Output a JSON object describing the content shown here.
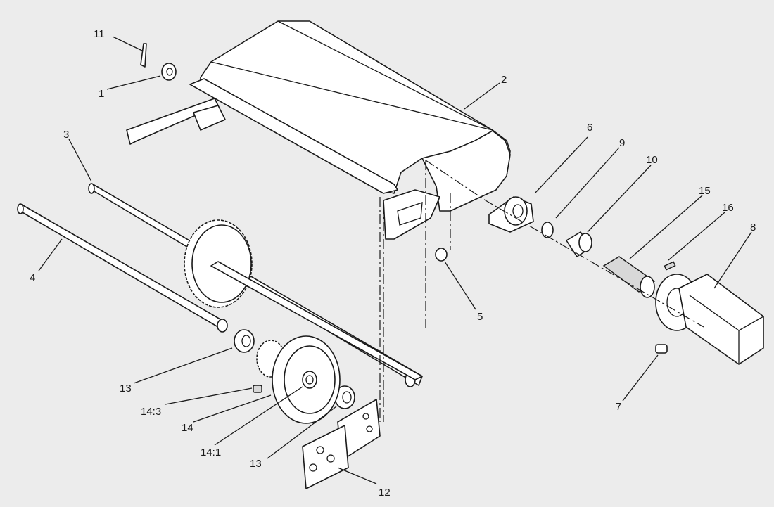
{
  "callouts": [
    {
      "id": "c1",
      "text": "1"
    },
    {
      "id": "c2",
      "text": "2"
    },
    {
      "id": "c3",
      "text": "3"
    },
    {
      "id": "c4",
      "text": "4"
    },
    {
      "id": "c5",
      "text": "5"
    },
    {
      "id": "c6",
      "text": "6"
    },
    {
      "id": "c7",
      "text": "7"
    },
    {
      "id": "c8",
      "text": "8"
    },
    {
      "id": "c9",
      "text": "9"
    },
    {
      "id": "c10",
      "text": "10"
    },
    {
      "id": "c11",
      "text": "11"
    },
    {
      "id": "c12",
      "text": "12"
    },
    {
      "id": "c13a",
      "text": "13"
    },
    {
      "id": "c13b",
      "text": "13"
    },
    {
      "id": "c14",
      "text": "14"
    },
    {
      "id": "c14_1",
      "text": "14:1"
    },
    {
      "id": "c14_3",
      "text": "14:3"
    },
    {
      "id": "c15",
      "text": "15"
    },
    {
      "id": "c16",
      "text": "16"
    }
  ]
}
